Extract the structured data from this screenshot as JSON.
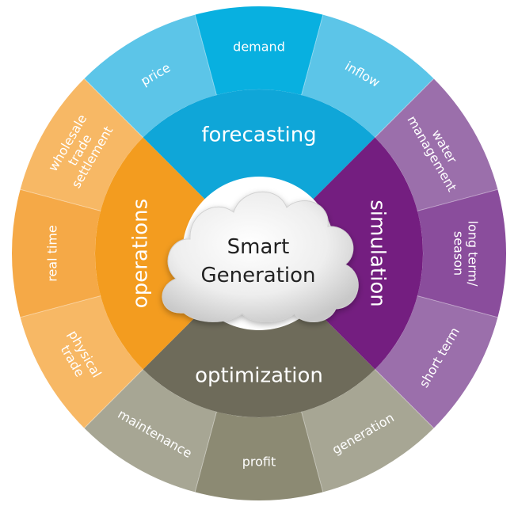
{
  "center": {
    "line1": "Smart",
    "line2": "Generation"
  },
  "sections": [
    {
      "id": "forecasting",
      "label": "forecasting",
      "inner_color": "#0fa6d8",
      "outer_color": "#5cc5e8",
      "outer_alt_color": "#08b0e0",
      "segments": [
        {
          "lines": [
            "price"
          ]
        },
        {
          "lines": [
            "demand"
          ]
        },
        {
          "lines": [
            "inflow"
          ]
        }
      ]
    },
    {
      "id": "simulation",
      "label": "simulation",
      "inner_color": "#741e80",
      "outer_color": "#9b6fab",
      "outer_alt_color": "#8a4d9c",
      "segments": [
        {
          "lines": [
            "water",
            "management"
          ]
        },
        {
          "lines": [
            "long term/",
            "season"
          ]
        },
        {
          "lines": [
            "short term"
          ]
        }
      ]
    },
    {
      "id": "optimization",
      "label": "optimization",
      "inner_color": "#6e6b5a",
      "outer_color": "#a7a694",
      "outer_alt_color": "#8c8a73",
      "segments": [
        {
          "lines": [
            "generation"
          ]
        },
        {
          "lines": [
            "profit"
          ]
        },
        {
          "lines": [
            "maintenance"
          ]
        }
      ]
    },
    {
      "id": "operations",
      "label": "operations",
      "inner_color": "#f39c1f",
      "outer_color": "#f7b865",
      "outer_alt_color": "#f5a947",
      "segments": [
        {
          "lines": [
            "physical",
            "trade"
          ]
        },
        {
          "lines": [
            "real time"
          ]
        },
        {
          "lines": [
            "wholesale",
            "trade",
            "settlement"
          ]
        }
      ]
    }
  ]
}
